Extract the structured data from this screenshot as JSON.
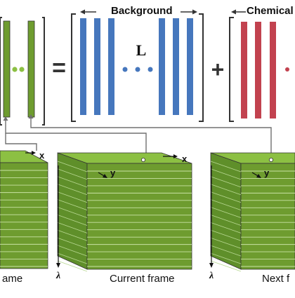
{
  "header": {
    "background": "Background",
    "chemical": "Chemical",
    "equals": "=",
    "plus": "+",
    "matrix_symbol": "L"
  },
  "axes": {
    "x": "x",
    "y": "y",
    "lambda": "λ"
  },
  "frames": [
    {
      "caption": "ame"
    },
    {
      "caption": "Current frame"
    },
    {
      "caption": "Next f"
    }
  ],
  "colors": {
    "green": "#6e9c2f",
    "green_light": "#8cc043",
    "green_side": "#5f8f2a",
    "blue": "#4677bd",
    "red": "#c2424f",
    "line": "#707070",
    "bracket": "#333333"
  }
}
